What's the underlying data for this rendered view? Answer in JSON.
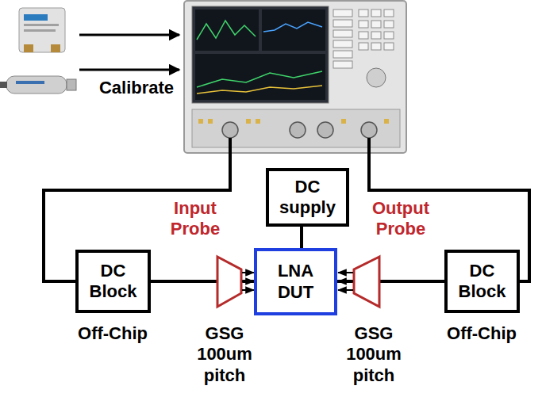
{
  "diagram": {
    "nodes": [
      {
        "text": [
          "DC supply"
        ]
      },
      {
        "text": [
          "DC Block"
        ]
      },
      {
        "text": [
          "LNA DUT"
        ]
      },
      {
        "text": [
          "DC Block"
        ]
      }
    ],
    "edges": [
      {
        "from": 0,
        "to": 2,
        "arrow": "none"
      },
      {
        "from": 1,
        "to": 2,
        "arrow": "none"
      },
      {
        "from": 3,
        "to": 2,
        "arrow": "none"
      }
    ],
    "labels": [
      "Calibrate",
      "Input Probe",
      "Output Probe",
      "Off-Chip",
      "GSG 100um pitch",
      "GSG 100um pitch",
      "Off-Chip"
    ]
  }
}
